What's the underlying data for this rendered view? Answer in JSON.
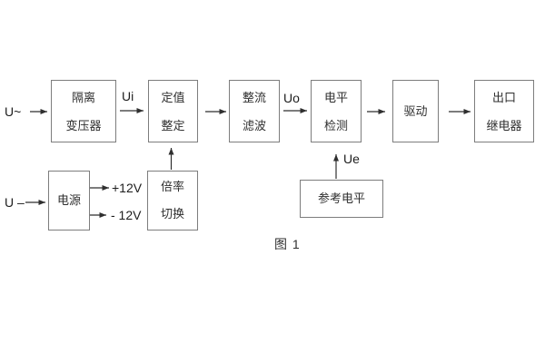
{
  "diagram": {
    "caption": "图 1",
    "blocks": {
      "isolation": {
        "line1": "隔离",
        "line2": "变压器"
      },
      "setting": {
        "line1": "定值",
        "line2": "整定"
      },
      "rectifier": {
        "line1": "整流",
        "line2": "滤波"
      },
      "level": {
        "line1": "电平",
        "line2": "检测"
      },
      "drive": {
        "line1": "驱动"
      },
      "relay": {
        "line1": "出口",
        "line2": "继电器"
      },
      "power": {
        "line1": "电源"
      },
      "ratio": {
        "line1": "倍率",
        "line2": "切换"
      },
      "reference": {
        "line1": "参考电平"
      }
    },
    "labels": {
      "input_ac": "U~",
      "input_dc": "U –",
      "signal_ui": "Ui",
      "signal_uo": "Uo",
      "signal_ue": "Ue",
      "rail_pos": "+12V",
      "rail_neg": "- 12V"
    },
    "colors": {
      "background": "#ffffff",
      "box_border": "#7d7d7d",
      "text": "#2f2f2f",
      "line": "#2f2f2f"
    }
  }
}
